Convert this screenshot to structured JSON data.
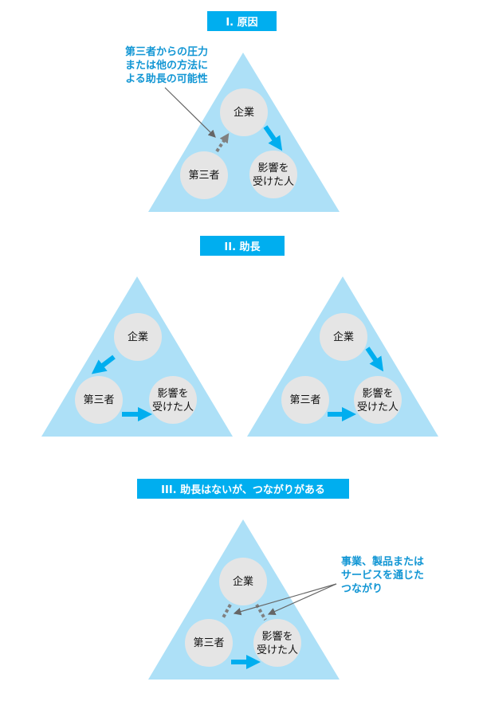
{
  "colors": {
    "header": "#00aeef",
    "triangle": "#ade0f7",
    "circle": "#e5e5e5",
    "note": "#1296d4",
    "arrow": "#00aeef"
  },
  "sections": [
    {
      "title": "I. 原因",
      "note": [
        "第三者からの圧力",
        "または他の方法に",
        "よる助長の可能性"
      ]
    },
    {
      "title": "II. 助長"
    },
    {
      "title": "III. 助長はないが、つながりがある",
      "note": [
        "事業、製品または",
        "サービスを通じた",
        "つながり"
      ]
    }
  ],
  "nodes": {
    "company": "企業",
    "third_party": "第三者",
    "affected_1": "影響を",
    "affected_2": "受けた人"
  }
}
